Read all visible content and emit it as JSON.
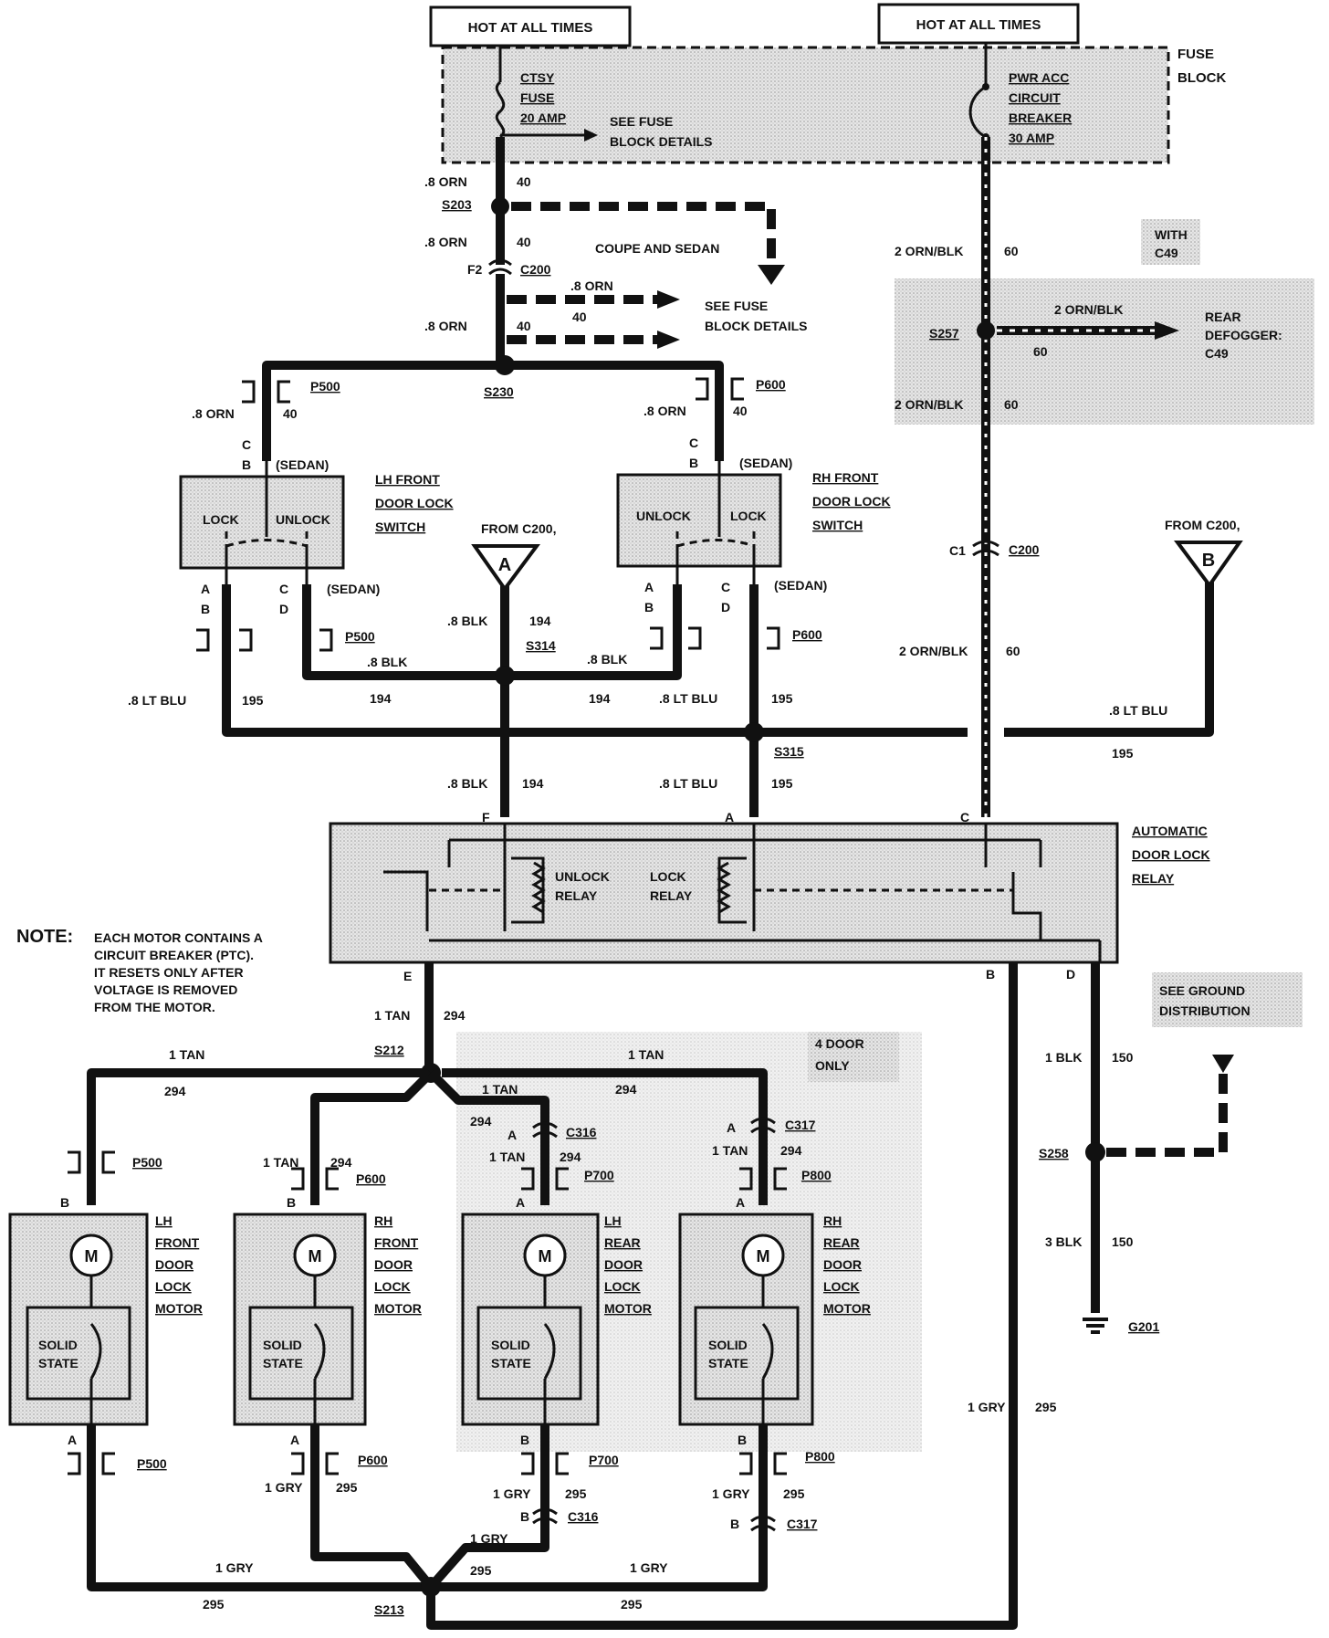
{
  "power": {
    "hot1": "HOT AT ALL TIMES",
    "hot2": "HOT AT ALL TIMES",
    "fuse_block": [
      "FUSE",
      "BLOCK"
    ],
    "ctsy_fuse": [
      "CTSY",
      "FUSE",
      "20 AMP"
    ],
    "see_fuse_block_details": [
      "SEE FUSE",
      "BLOCK DETAILS"
    ],
    "pwr_acc": [
      "PWR ACC",
      "CIRCUIT",
      "BREAKER",
      "30 AMP"
    ]
  },
  "wires": {
    "orn_08": ".8 ORN",
    "orn_40": "40",
    "orn_blk_2": "2 ORN/BLK",
    "orn_blk_60": "60",
    "blk_08": ".8 BLK",
    "blk_194": "194",
    "ltblu_08": ".8 LT BLU",
    "ltblu_195": "195",
    "tan_1": "1 TAN",
    "tan_294": "294",
    "gry_1": "1 GRY",
    "gry_295": "295",
    "blk_1": "1 BLK",
    "blk_150": "150",
    "blk_3": "3 BLK"
  },
  "splices": {
    "s203": "S203",
    "s230": "S230",
    "s257": "S257",
    "s314": "S314",
    "s315": "S315",
    "s212": "S212",
    "s213": "S213",
    "s258": "S258"
  },
  "connectors": {
    "c200": "C200",
    "f2": "F2",
    "c1": "C1",
    "p500": "P500",
    "p600": "P600",
    "p700": "P700",
    "p800": "P800",
    "c316": "C316",
    "c317": "C317",
    "g201": "G201"
  },
  "pins": {
    "a": "A",
    "b": "B",
    "c": "C",
    "d": "D",
    "e": "E",
    "f": "F"
  },
  "labels": {
    "coupe_sedan": "COUPE AND SEDAN",
    "sedan": "(SEDAN)",
    "with_c49": [
      "WITH",
      "C49"
    ],
    "rear_defogger": [
      "REAR",
      "DEFOGGER:",
      "C49"
    ],
    "lh_switch": [
      "LH FRONT",
      "DOOR LOCK",
      "SWITCH"
    ],
    "rh_switch": [
      "RH FRONT",
      "DOOR LOCK",
      "SWITCH"
    ],
    "lock": "LOCK",
    "unlock": "UNLOCK",
    "from_c200": "FROM C200,",
    "tri_a": "A",
    "tri_b": "B",
    "relay_box": [
      "AUTOMATIC",
      "DOOR LOCK",
      "RELAY"
    ],
    "unlock_relay": [
      "UNLOCK",
      "RELAY"
    ],
    "lock_relay": [
      "LOCK",
      "RELAY"
    ],
    "four_door": [
      "4 DOOR",
      "ONLY"
    ],
    "see_ground": [
      "SEE GROUND",
      "DISTRIBUTION"
    ],
    "motor_symbol": "M",
    "solid_state": [
      "SOLID",
      "STATE"
    ],
    "lh_front_motor": [
      "LH",
      "FRONT",
      "DOOR",
      "LOCK",
      "MOTOR"
    ],
    "rh_front_motor": [
      "RH",
      "FRONT",
      "DOOR",
      "LOCK",
      "MOTOR"
    ],
    "lh_rear_motor": [
      "LH",
      "REAR",
      "DOOR",
      "LOCK",
      "MOTOR"
    ],
    "rh_rear_motor": [
      "RH",
      "REAR",
      "DOOR",
      "LOCK",
      "MOTOR"
    ]
  },
  "note": {
    "heading": "NOTE:",
    "lines": [
      "EACH MOTOR CONTAINS A",
      "CIRCUIT BREAKER (PTC).",
      "IT RESETS ONLY AFTER",
      "VOLTAGE IS REMOVED",
      "FROM THE MOTOR."
    ]
  }
}
